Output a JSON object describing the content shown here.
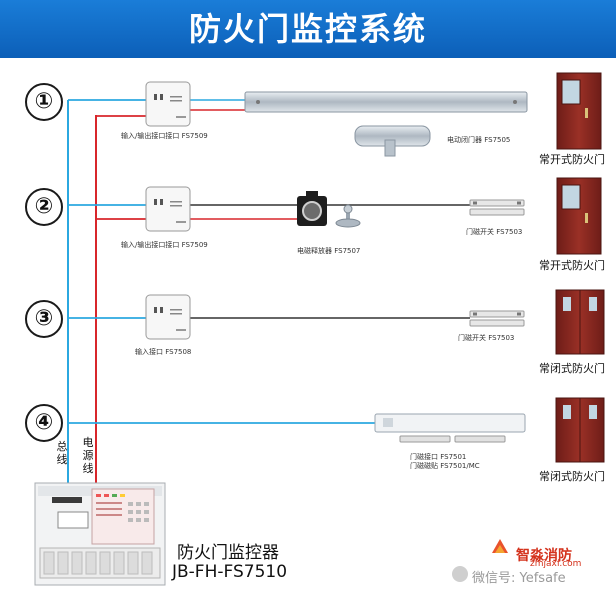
{
  "header": {
    "title": "防火门监控系统"
  },
  "rows": [
    {
      "number": "①",
      "module_label": "输入/输出接口接口 FS7509",
      "device_label": "电动闭门器 FS7505",
      "door_label": "常开式防火门"
    },
    {
      "number": "②",
      "module_label": "输入/输出接口接口 FS7509",
      "device_label": "电磁释放器 FS7507",
      "switch_label": "门磁开关 FS7503",
      "door_label": "常开式防火门"
    },
    {
      "number": "③",
      "module_label": "输入接口 FS7508",
      "switch_label": "门磁开关 FS7503",
      "door_label": "常闭式防火门"
    },
    {
      "number": "④",
      "device_label_1": "门磁接口 FS7501",
      "device_label_2": "门磁磁贴 FS7501/MC",
      "door_label": "常闭式防火门"
    }
  ],
  "bus": {
    "bus_label": "总线",
    "power_label": "电源线"
  },
  "controller": {
    "name": "防火门监控器",
    "model": "JB-FH-FS7510"
  },
  "watermark": {
    "brand": "智淼消防",
    "domain": "zmjaxf.com",
    "wechat": "微信号: Yefsafe"
  },
  "colors": {
    "banner": "#0c5fb8",
    "bus_line": "#2ba8e0",
    "power_line": "#d8262b",
    "signal_line": "#333333",
    "door": "#8b2a22"
  }
}
